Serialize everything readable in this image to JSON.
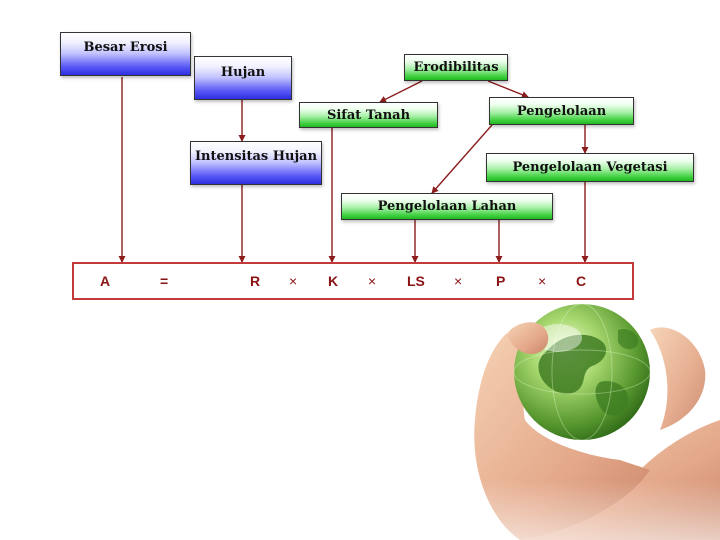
{
  "boxes": {
    "besar_erosi": "Besar Erosi",
    "hujan": "Hujan",
    "erodibilitas": "Erodibilitas",
    "sifat_tanah": "Sifat Tanah",
    "pengelolaan": "Pengelolaan",
    "intensitas_hujan": "Intensitas Hujan",
    "pengelolaan_vegetasi": "Pengelolaan Vegetasi",
    "pengelolaan_lahan": "Pengelolaan Lahan"
  },
  "equation": {
    "a": "A",
    "equals": "=",
    "r": "R",
    "k": "K",
    "ls": "LS",
    "p": "P",
    "c": "C",
    "times": "×"
  },
  "colors": {
    "blue_box": "#2e2ee0",
    "green_box": "#22b822",
    "arrow": "#8a1c1c",
    "equation_border": "#c23a3a"
  },
  "image": {
    "subject": "hands holding a green glass globe"
  }
}
